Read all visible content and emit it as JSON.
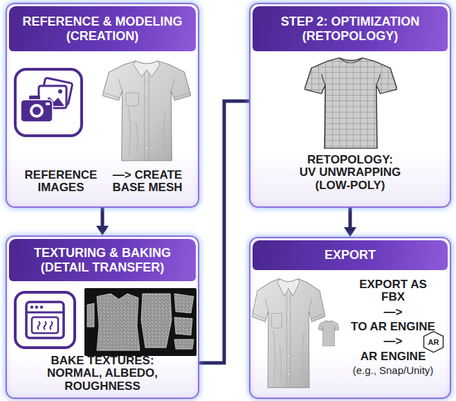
{
  "diagram": {
    "nodes": [
      {
        "text": [
          "REFERENCE & MODELING (CREATION)",
          "REFERENCE IMAGES",
          "—> CREATE BASE MESH"
        ]
      },
      {
        "text": [
          "STEP 2: OPTIMIZATION (RETOPOLOGY)",
          "RETOPOLOGY: UV UNWRAPPING (LOW-POLY)"
        ]
      },
      {
        "text": [
          "TEXTURING & BAKING (DETAIL TRANSFER)",
          "BAKE TEXTURES: NORMAL, ALBEDO, ROUGHNESS"
        ]
      },
      {
        "text": [
          "EXPORT",
          "EXPORT AS FBX",
          "—>",
          "TO AR ENGINE",
          "—>",
          "AR ENGINE",
          "(e.g., Snap/Unity)"
        ]
      }
    ],
    "edges": [
      {
        "from": 0,
        "to": 2,
        "arrow": "to"
      },
      {
        "from": 2,
        "to": 1,
        "arrow": "none"
      },
      {
        "from": 1,
        "to": 3,
        "arrow": "to"
      }
    ],
    "labels": [
      "AR"
    ]
  }
}
